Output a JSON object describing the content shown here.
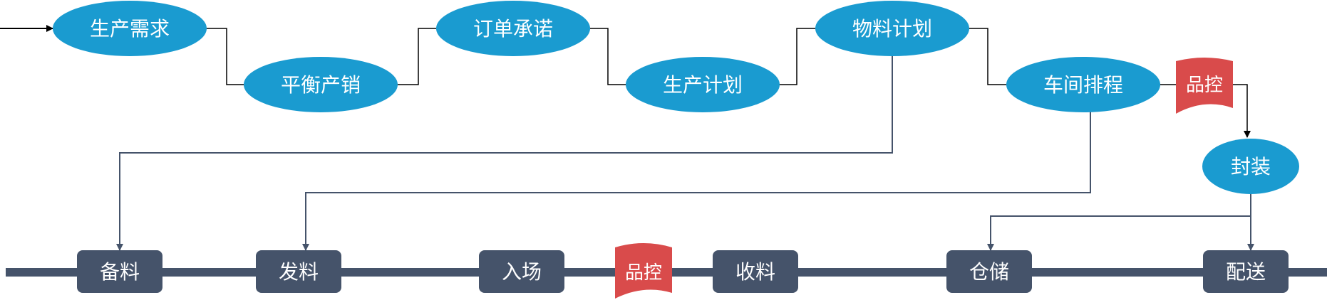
{
  "colors": {
    "ellipse_fill": "#1a9bd0",
    "rect_fill": "#45536a",
    "qc_fill": "#d94b4b",
    "line": "#45536a",
    "text": "#ffffff"
  },
  "top_flow": [
    {
      "id": "demand",
      "label": "生产需求",
      "icon": "ellipse"
    },
    {
      "id": "balance",
      "label": "平衡产销",
      "icon": "ellipse"
    },
    {
      "id": "order",
      "label": "订单承诺",
      "icon": "ellipse"
    },
    {
      "id": "plan",
      "label": "生产计划",
      "icon": "ellipse"
    },
    {
      "id": "material",
      "label": "物料计划",
      "icon": "ellipse"
    },
    {
      "id": "schedule",
      "label": "车间排程",
      "icon": "ellipse"
    }
  ],
  "side_nodes": {
    "qc_top": {
      "label": "品控",
      "icon": "document-shape"
    },
    "package": {
      "label": "封装",
      "icon": "ellipse"
    }
  },
  "bottom_line": [
    {
      "id": "prepare",
      "label": "备料"
    },
    {
      "id": "issue",
      "label": "发料"
    },
    {
      "id": "entry",
      "label": "入场"
    },
    {
      "id": "qc_bottom",
      "label": "品控",
      "icon": "document-shape"
    },
    {
      "id": "receive",
      "label": "收料"
    },
    {
      "id": "storage",
      "label": "仓储"
    },
    {
      "id": "deliver",
      "label": "配送"
    }
  ]
}
